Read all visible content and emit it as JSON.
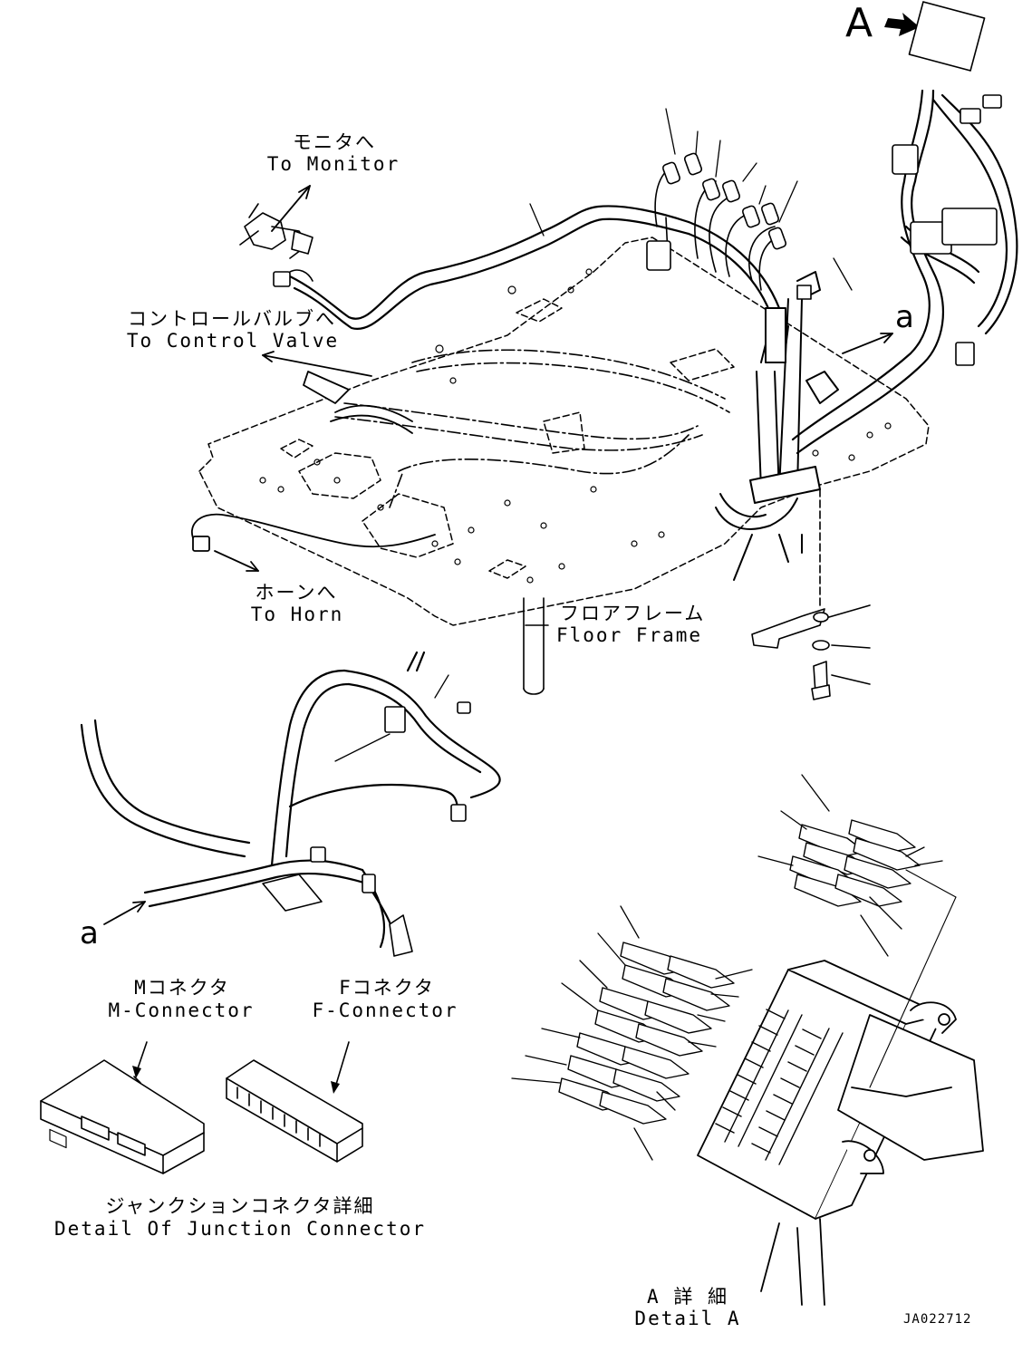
{
  "labels": {
    "detail_a_marker": "A",
    "to_monitor_jp": "モニタへ",
    "to_monitor_en": "To Monitor",
    "to_control_valve_jp": "コントロールバルブへ",
    "to_control_valve_en": "To Control Valve",
    "to_horn_jp": "ホーンへ",
    "to_horn_en": "To Horn",
    "floor_frame_jp": "フロアフレーム",
    "floor_frame_en": "Floor Frame",
    "ref_a_top": "a",
    "ref_a_bottom": "a",
    "m_connector_jp": "Mコネクタ",
    "m_connector_en": "M-Connector",
    "f_connector_jp": "Fコネクタ",
    "f_connector_en": "F-Connector",
    "junction_jp": "ジャンクションコネクタ詳細",
    "junction_en": "Detail Of Junction Connector",
    "detail_a_jp": "A 詳 細",
    "detail_a_en": "Detail A",
    "drawing_no": "JA022712"
  }
}
